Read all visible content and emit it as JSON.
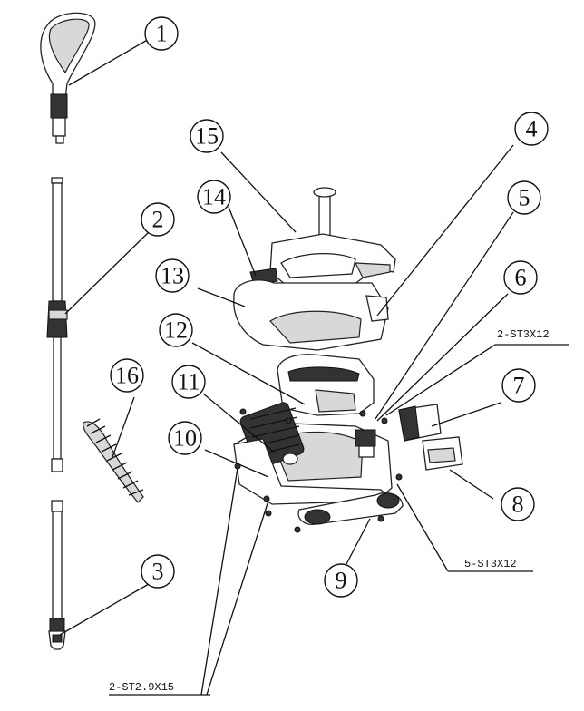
{
  "callouts": [
    "1",
    "2",
    "3",
    "4",
    "5",
    "6",
    "7",
    "8",
    "9",
    "10",
    "11",
    "12",
    "13",
    "14",
    "15",
    "16"
  ],
  "specs": {
    "screw_2_st3x12": "2-ST3X12",
    "screw_5_st3x12": "5-ST3X12",
    "screw_2_st2_9x15": "2-ST2.9X15"
  }
}
